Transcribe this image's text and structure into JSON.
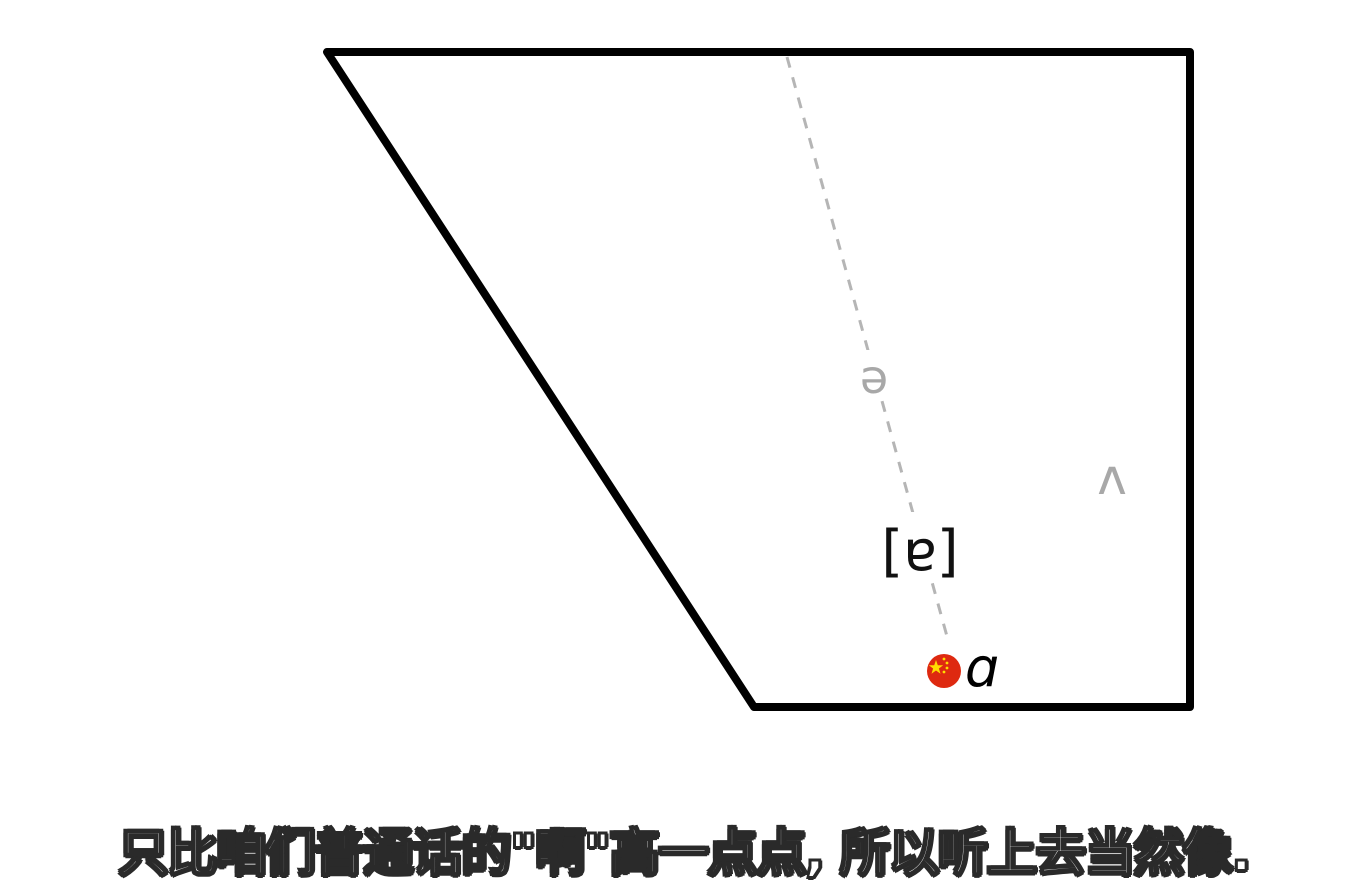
{
  "diagram": {
    "labels": {
      "schwa": "ə",
      "wedge": "ʌ",
      "near_open": "[ɐ]",
      "open_back": "ɑ"
    },
    "flag_icon": "china-flag-icon",
    "colors": {
      "outline": "#000000",
      "dashed_line": "#b5b5b5",
      "faded_symbol": "#a8a8a8",
      "flag_red": "#de2910",
      "flag_star": "#ffde00"
    }
  },
  "subtitle": {
    "text": "只比咱们普通话的\"啊\"高一点点, 所以听上去当然像."
  }
}
